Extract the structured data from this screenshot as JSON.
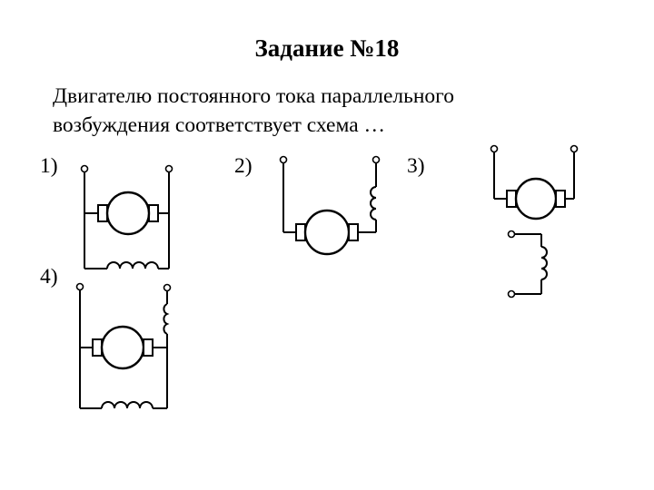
{
  "title": "Задание №18",
  "question": {
    "line1": "Двигателю постоянного тока параллельного",
    "line2": "возбуждения соответствует схема …"
  },
  "options": [
    "1)",
    "2)",
    "3)",
    "4)"
  ]
}
